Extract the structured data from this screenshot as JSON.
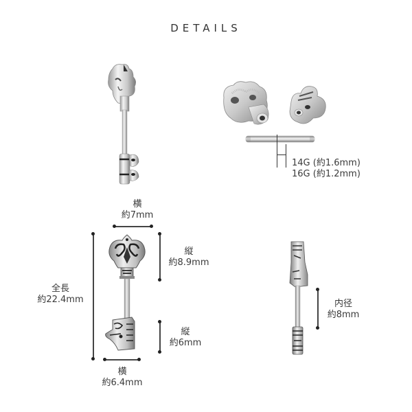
{
  "page": {
    "title": "DETAILS"
  },
  "photos": {
    "top_left": "key-barbell-side-view",
    "top_right": "disassembled-parts",
    "bottom_left": "key-barbell-front-view",
    "bottom_right": "key-barbell-profile-view"
  },
  "gauge": {
    "line1": "14G (約1.6mm)",
    "line2": "16G (約1.2mm)"
  },
  "dimensions": {
    "top_width": {
      "label": "横",
      "value": "約7mm"
    },
    "top_height": {
      "label": "縦",
      "value": "約8.9mm"
    },
    "total_length": {
      "label": "全長",
      "value": "約22.4mm"
    },
    "bottom_height": {
      "label": "縦",
      "value": "約6mm"
    },
    "bottom_width": {
      "label": "横",
      "value": "約6.4mm"
    },
    "inner_diameter": {
      "label": "内径",
      "value": "約8mm"
    }
  },
  "colors": {
    "text": "#333333",
    "line": "#444444",
    "metal_light": "#e8e8e8",
    "metal_mid": "#b8b8b8",
    "metal_dark": "#555555"
  }
}
